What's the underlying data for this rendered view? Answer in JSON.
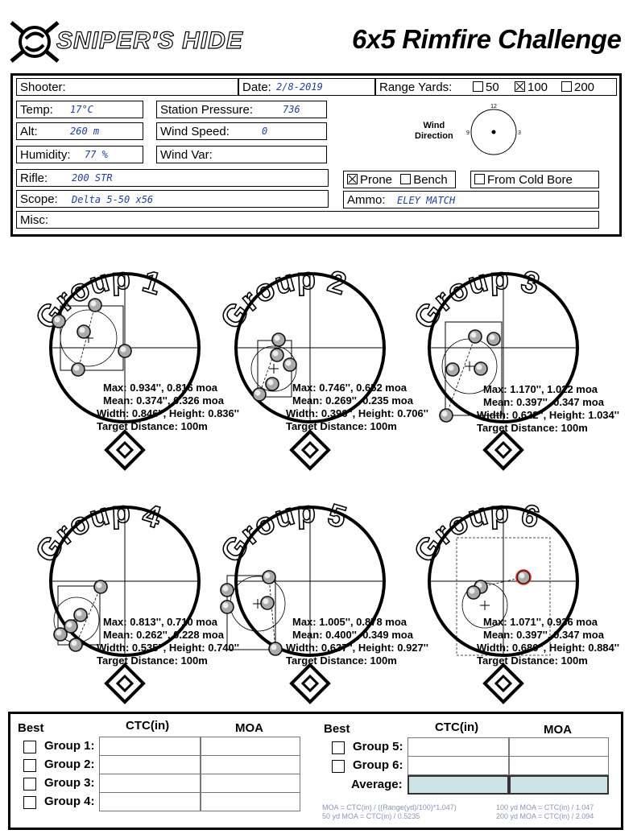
{
  "header": {
    "logo": "SNIPER'S HIDE",
    "title": "6x5 Rimfire Challenge"
  },
  "form": {
    "shooter_label": "Shooter:",
    "date_label": "Date:",
    "date_value": "2/8-2019",
    "range_label": "Range Yards:",
    "range_options": [
      "50",
      "100",
      "200"
    ],
    "range_selected": "100",
    "temp_label": "Temp:",
    "temp_value": "17°C",
    "pressure_label": "Station Pressure:",
    "pressure_value": "736",
    "alt_label": "Alt:",
    "alt_value": "260 m",
    "wind_speed_label": "Wind Speed:",
    "wind_speed_value": "0",
    "humidity_label": "Humidity:",
    "humidity_value": "77 %",
    "wind_var_label": "Wind Var:",
    "wind_dir_label_1": "Wind",
    "wind_dir_label_2": "Direction",
    "clock": [
      "12",
      "3",
      "9"
    ],
    "rifle_label": "Rifle:",
    "rifle_value": "200 STR",
    "prone_label": "Prone",
    "bench_label": "Bench",
    "cold_bore_label": "From Cold Bore",
    "scope_label": "Scope:",
    "scope_value": "Delta 5-50 x56",
    "ammo_label": "Ammo:",
    "ammo_value": "ELEY MATCH",
    "misc_label": "Misc:"
  },
  "groups": [
    {
      "title": "Group 1",
      "max": "Max: 0.934'', 0.816 moa",
      "mean": "Mean: 0.374'', 0.326 moa",
      "wh": "Width: 0.846'', Height: 0.836''",
      "dist": "Target Distance: 100m"
    },
    {
      "title": "Group 2",
      "max": "Max: 0.746'', 0.652 moa",
      "mean": "Mean: 0.269'', 0.235 moa",
      "wh": "Width: 0.396'', Height: 0.706''",
      "dist": "Target Distance: 100m"
    },
    {
      "title": "Group 3",
      "max": "Max: 1.170'', 1.022 moa",
      "mean": "Mean: 0.397'', 0.347 moa",
      "wh": "Width: 0.622'', Height: 1.034''",
      "dist": "Target Distance: 100m"
    },
    {
      "title": "Group 4",
      "max": "Max: 0.813'', 0.710 moa",
      "mean": "Mean: 0.262'', 0.228 moa",
      "wh": "Width: 0.535'', Height: 0.740''",
      "dist": "Target Distance: 100m"
    },
    {
      "title": "Group 5",
      "max": "Max: 1.005'', 0.878 moa",
      "mean": "Mean: 0.400'', 0.349 moa",
      "wh": "Width: 0.637'', Height: 0.927''",
      "dist": "Target Distance: 100m"
    },
    {
      "title": "Group 6",
      "max": "Max: 1.071'', 0.936 moa",
      "mean": "Mean: 0.397'', 0.347 moa",
      "wh": "Width: 0.680'', Height: 0.884''",
      "dist": "Target Distance: 100m"
    }
  ],
  "summary": {
    "best": "Best",
    "ctc": "CTC(in)",
    "moa": "MOA",
    "rows_left": [
      "Group 1:",
      "Group 2:",
      "Group 3:",
      "Group 4:"
    ],
    "rows_right": [
      "Group 5:",
      "Group 6:"
    ],
    "average": "Average:",
    "formula_1": "MOA = CTC(in) / ((Range(yd)/100)*1.047)",
    "formula_2": "50 yd MOA = CTC(in) / 0.5235",
    "formula_3": "100 yd MOA = CTC(in) / 1.047",
    "formula_4": "200 yd MOA = CTC(in) / 2.094",
    "average_fill": "#cde3e6"
  }
}
